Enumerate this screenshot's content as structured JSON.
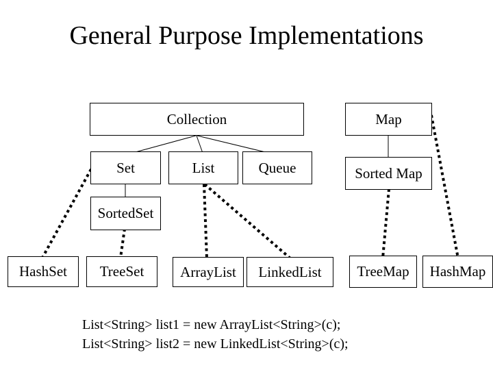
{
  "slide": {
    "title": "General Purpose Implementations",
    "code": {
      "line1": "List<String> list1 = new ArrayList<String>(c);",
      "line2": "List<String> list2 = new LinkedList<String>(c);"
    }
  },
  "diagram": {
    "nodes": {
      "collection": {
        "label": "Collection"
      },
      "map": {
        "label": "Map"
      },
      "set": {
        "label": "Set"
      },
      "list": {
        "label": "List"
      },
      "queue": {
        "label": "Queue"
      },
      "sorted_map": {
        "label": "Sorted Map"
      },
      "sorted_set": {
        "label": "SortedSet"
      },
      "hash_set": {
        "label": "HashSet"
      },
      "tree_set": {
        "label": "TreeSet"
      },
      "array_list": {
        "label": "ArrayList"
      },
      "linked_list": {
        "label": "LinkedList"
      },
      "tree_map": {
        "label": "TreeMap"
      },
      "hash_map": {
        "label": "HashMap"
      }
    },
    "edges": [
      {
        "from": "Collection",
        "to": "Set",
        "style": "solid"
      },
      {
        "from": "Collection",
        "to": "List",
        "style": "solid"
      },
      {
        "from": "Collection",
        "to": "Queue",
        "style": "solid"
      },
      {
        "from": "Set",
        "to": "SortedSet",
        "style": "solid"
      },
      {
        "from": "Map",
        "to": "Sorted Map",
        "style": "solid"
      },
      {
        "from": "Set",
        "to": "HashSet",
        "style": "dotted"
      },
      {
        "from": "SortedSet",
        "to": "TreeSet",
        "style": "dotted"
      },
      {
        "from": "List",
        "to": "ArrayList",
        "style": "dotted"
      },
      {
        "from": "List",
        "to": "LinkedList",
        "style": "dotted"
      },
      {
        "from": "Sorted Map",
        "to": "TreeMap",
        "style": "dotted"
      },
      {
        "from": "Map",
        "to": "HashMap",
        "style": "dotted"
      }
    ],
    "colors": {
      "background": "#ffffff",
      "text": "#000000",
      "line": "#000000",
      "box_border": "#000000"
    }
  }
}
